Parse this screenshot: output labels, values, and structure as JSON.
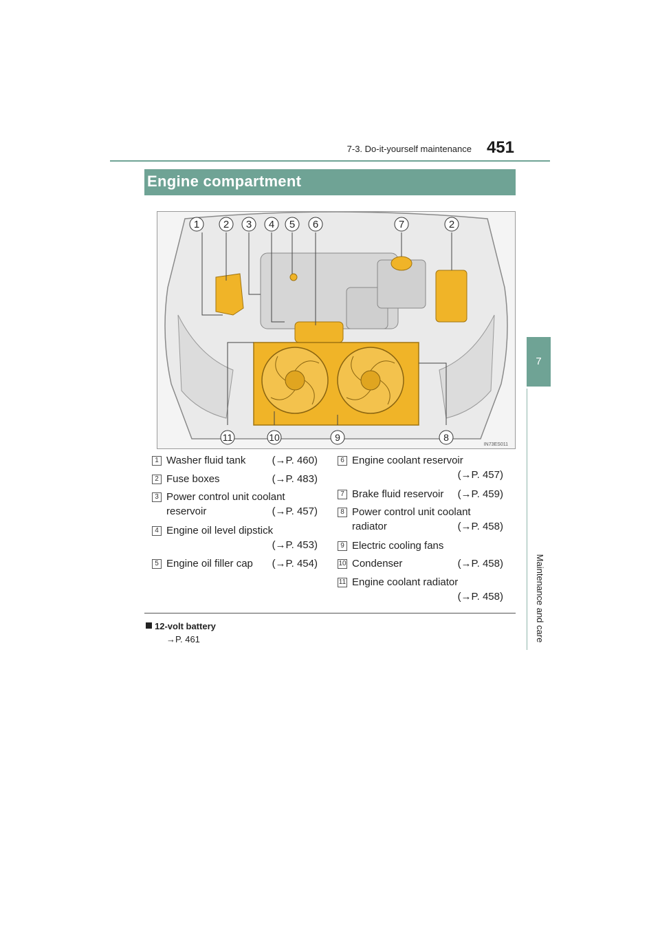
{
  "header": {
    "section": "7-3. Do-it-yourself maintenance",
    "page_number": "451"
  },
  "side_tab": {
    "chapter_number": "7",
    "chapter_title": "Maintenance and care"
  },
  "section_title": "Engine compartment",
  "figure": {
    "code": "IN73ES011",
    "callouts_top": [
      "1",
      "2",
      "3",
      "4",
      "5",
      "6",
      "7",
      "2"
    ],
    "callouts_bottom": [
      "11",
      "10",
      "9",
      "8"
    ]
  },
  "items_left": [
    {
      "num": "1",
      "label": "Washer fluid tank",
      "ref": "(→P. 460)"
    },
    {
      "num": "2",
      "label": "Fuse boxes",
      "ref": "(→P. 483)"
    },
    {
      "num": "3",
      "label": "Power control unit coolant",
      "label2": "reservoir",
      "ref": "(→P. 457)"
    },
    {
      "num": "4",
      "label": "Engine oil level dipstick",
      "ref": "(→P. 453)"
    },
    {
      "num": "5",
      "label": "Engine oil filler cap",
      "ref": "(→P. 454)"
    }
  ],
  "items_right": [
    {
      "num": "6",
      "label": "Engine coolant reservoir",
      "ref": "(→P. 457)"
    },
    {
      "num": "7",
      "label": "Brake fluid reservoir",
      "ref": "(→P. 459)"
    },
    {
      "num": "8",
      "label": "Power control unit coolant",
      "label2": "radiator",
      "ref": "(→P. 458)"
    },
    {
      "num": "9",
      "label": "Electric cooling fans",
      "ref": ""
    },
    {
      "num": "10",
      "label": "Condenser",
      "ref": "(→P. 458)"
    },
    {
      "num": "11",
      "label": "Engine coolant radiator",
      "ref": "(→P. 458)"
    }
  ],
  "note": {
    "heading": "12-volt battery",
    "ref": "→P. 461"
  },
  "colors": {
    "accent": "#6fa395",
    "highlight": "#f0b428"
  }
}
